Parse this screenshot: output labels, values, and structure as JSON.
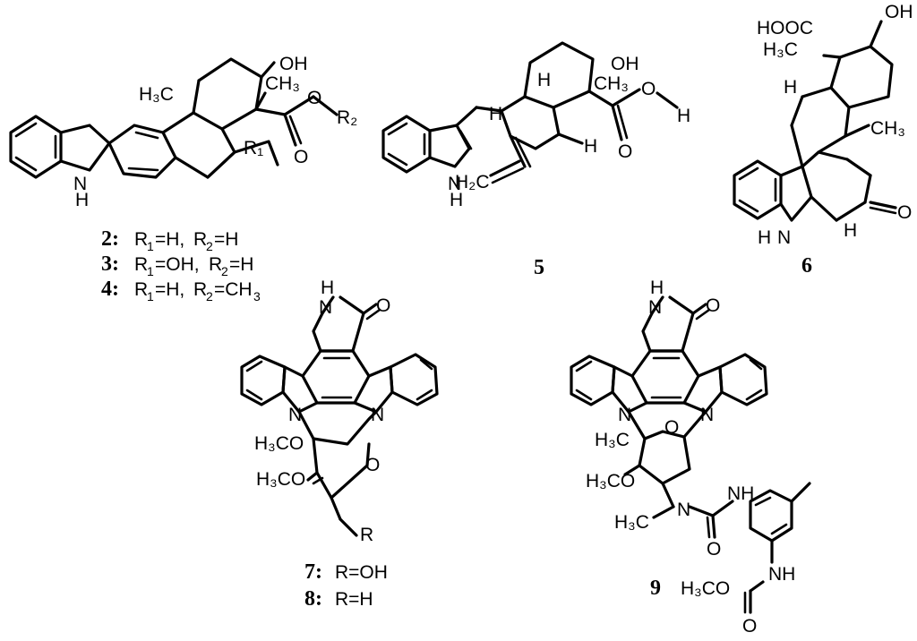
{
  "compounds": {
    "c2": {
      "number": "2:",
      "r1_key": "R",
      "r1_sub": "1",
      "r1_val": "=H,",
      "r2_key": "R",
      "r2_sub": "2",
      "r2_val": "=H"
    },
    "c3": {
      "number": "3:",
      "r1_key": "R",
      "r1_sub": "1",
      "r1_val": "=OH,",
      "r2_key": "R",
      "r2_sub": "2",
      "r2_val": "=H"
    },
    "c4": {
      "number": "4:",
      "r1_key": "R",
      "r1_sub": "1",
      "r1_val": "=H,",
      "r2_key": "R",
      "r2_sub": "2",
      "r2_val": "=CH",
      "r2_tail_sub": "3"
    },
    "c5": {
      "number": "5"
    },
    "c6": {
      "number": "6"
    },
    "c7": {
      "number": "7:",
      "r": "R=OH"
    },
    "c8": {
      "number": "8:",
      "r": "R=H"
    },
    "c9": {
      "number": "9"
    }
  },
  "atoms": {
    "oh": "OH",
    "h": "H",
    "nh": "NH",
    "n": "N",
    "o": "O",
    "r": "R",
    "h3c": "H₃C",
    "ch3": "CH₃",
    "h2c": "H₂C",
    "r1": "R₁",
    "r2": "R₂",
    "hooc": "HOOC",
    "h3co": "H₃CO",
    "h3co_acyl": "H₃CO"
  }
}
